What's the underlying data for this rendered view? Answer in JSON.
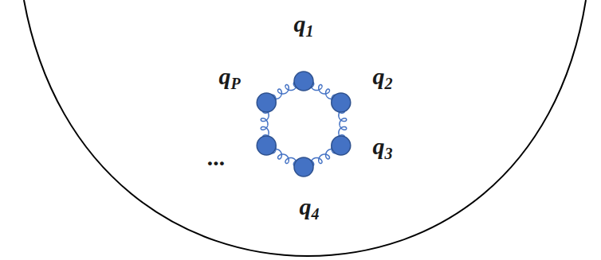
{
  "diagram": {
    "labels": [
      "q1",
      "q2",
      "q3",
      "q4",
      "qP",
      "..."
    ]
  }
}
